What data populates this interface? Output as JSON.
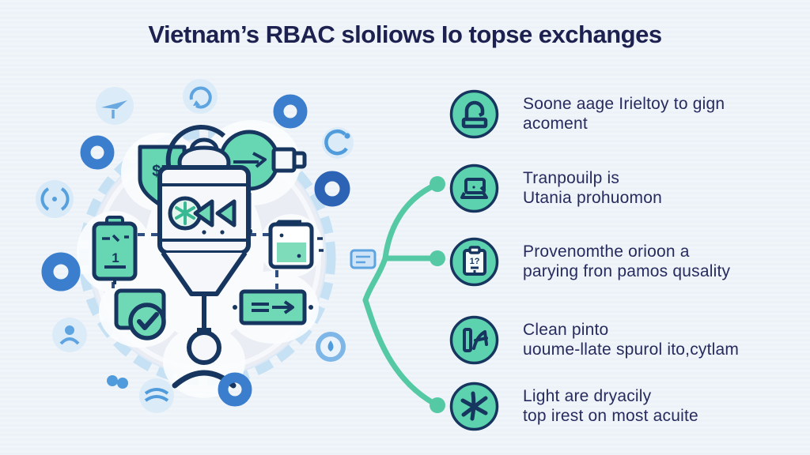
{
  "title": "Vietnam’s RBAC sloliows Io topse exchanges",
  "colors": {
    "background": "#eef3f9",
    "title_navy": "#1d2150",
    "text_navy": "#272b5e",
    "teal_fill": "#5dd2ae",
    "teal_connector": "#55c9a4",
    "icon_outline_navy": "#17365f",
    "blue_donut": "#3b7ecd",
    "light_blue_accent": "#7fb6e8",
    "gear_border": "#c6e0f4",
    "gear_fill": "#eaedf4"
  },
  "list": {
    "items": [
      {
        "icon": "lock-icon",
        "line1": "Soone aage Irieltoy to gign",
        "line2": "acoment"
      },
      {
        "icon": "laptop-icon",
        "line1": "Tranpouilp is",
        "line2": "Utania prohuomon"
      },
      {
        "icon": "clipboard-icon",
        "line1": "Provenomthe orioon a",
        "line2": "parying fron pamos qusality"
      },
      {
        "icon": "flag-icon",
        "line1": "Clean pinto",
        "line2": "uoume-llate spurol ito,cytlam"
      },
      {
        "icon": "asterisk-icon",
        "line1": "Light are dryacily",
        "line2": "top irest on most acuite"
      }
    ]
  },
  "diagram": {
    "center_icons": [
      "shield-dollar-icon",
      "globe-search-icon",
      "id-badge-icon",
      "mixer-jar-icon",
      "folder-icon",
      "card-check-icon",
      "banner-arrows-icon",
      "person-icon"
    ],
    "outer_decorations": [
      "plane-icon",
      "refresh-icon",
      "blue-donut",
      "c-curve-icon",
      "brackets-icon",
      "blue-donut",
      "blue-donut",
      "person-lite-icon",
      "dots-icon",
      "wave-icon",
      "blue-donut",
      "card-lite-icon",
      "drop-ring-icon"
    ]
  }
}
